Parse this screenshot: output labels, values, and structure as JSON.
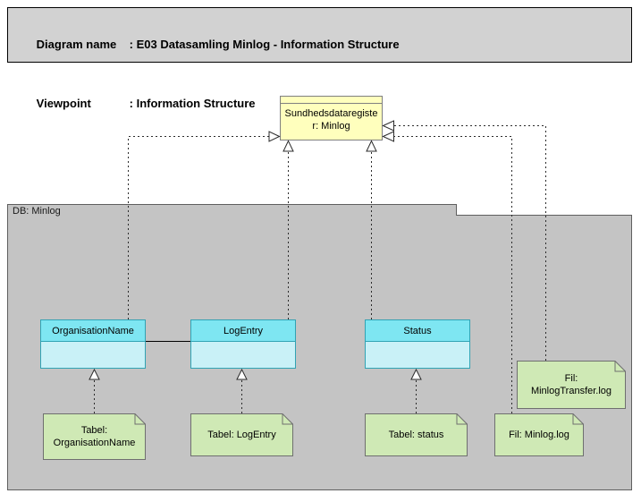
{
  "header": {
    "rows": [
      {
        "label": "Diagram name",
        "value": ": E03 Datasamling Minlog - Information Structure"
      },
      {
        "label": "Viewpoint",
        "value": ": Information Structure"
      }
    ]
  },
  "group": {
    "label": "DB: Minlog"
  },
  "registry": {
    "label": "Sundhedsdataregister: Minlog",
    "line1": "Sundhedsdataregiste",
    "line2": "r: Minlog"
  },
  "classes": [
    {
      "label": "OrganisationName"
    },
    {
      "label": "LogEntry"
    },
    {
      "label": "Status"
    }
  ],
  "notes": [
    {
      "label": "Tabel: OrganisationName"
    },
    {
      "label": "Tabel: LogEntry"
    },
    {
      "label": "Tabel: status"
    },
    {
      "label": "Fil: Minlog.log"
    },
    {
      "label": "Fil: MinlogTransfer.log"
    }
  ],
  "relations": [
    {
      "type": "realization",
      "from": "OrganisationName",
      "to": "Sundhedsdataregister: Minlog"
    },
    {
      "type": "realization",
      "from": "LogEntry",
      "to": "Sundhedsdataregister: Minlog"
    },
    {
      "type": "realization",
      "from": "Status",
      "to": "Sundhedsdataregister: Minlog"
    },
    {
      "type": "realization",
      "from": "Fil: Minlog.log",
      "to": "Sundhedsdataregister: Minlog"
    },
    {
      "type": "realization",
      "from": "Fil: MinlogTransfer.log",
      "to": "Sundhedsdataregister: Minlog"
    },
    {
      "type": "realization",
      "from": "Tabel: OrganisationName",
      "to": "OrganisationName"
    },
    {
      "type": "realization",
      "from": "Tabel: LogEntry",
      "to": "LogEntry"
    },
    {
      "type": "realization",
      "from": "Tabel: status",
      "to": "Status"
    },
    {
      "type": "association",
      "from": "OrganisationName",
      "to": "LogEntry"
    }
  ],
  "colors": {
    "header_bar_fill": "#d2d2d2",
    "group_fill": "#c4c4c4",
    "registry_fill": "#ffffbd",
    "class_header_fill": "#7ee6f2",
    "class_body_fill": "#c9f1f7",
    "note_fill": "#cfe9b5",
    "connector": "#2b2b2b"
  }
}
